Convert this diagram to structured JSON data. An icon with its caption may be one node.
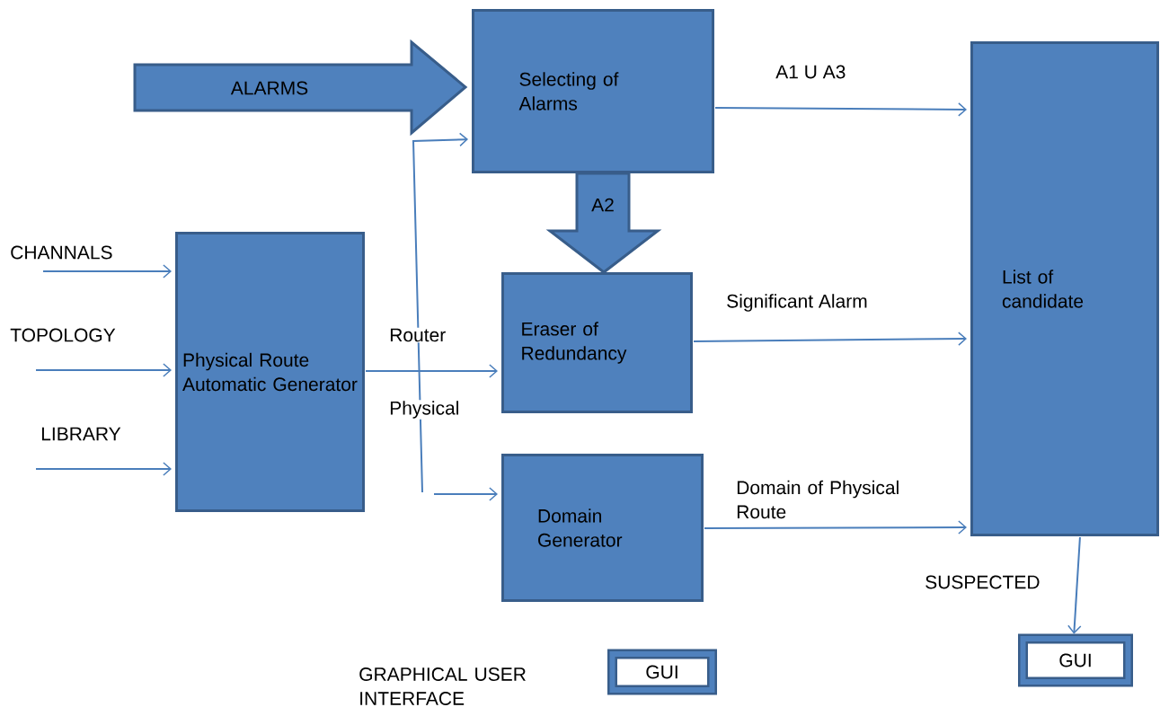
{
  "diagram": {
    "nodes": [
      {
        "text": [
          "ALARMS"
        ]
      },
      {
        "text": [
          "Selecting of Alarms"
        ]
      },
      {
        "text": [
          "List of candidate"
        ]
      },
      {
        "text": [
          "Physical Route Automatic Generator"
        ]
      },
      {
        "text": [
          "Eraser of Redundancy"
        ]
      },
      {
        "text": [
          "Domain Generator"
        ]
      },
      {
        "text": [
          "GUI"
        ]
      },
      {
        "text": [
          "GUI"
        ]
      }
    ],
    "edges": [
      {
        "from": 1,
        "to": 2,
        "arrow": "to",
        "label": "A1 U A3"
      },
      {
        "from": 1,
        "to": 4,
        "arrow": "to",
        "label": "A2",
        "style": "thick"
      },
      {
        "from": null,
        "to": 3,
        "arrow": "to",
        "label": "CHANNALS"
      },
      {
        "from": null,
        "to": 3,
        "arrow": "to",
        "label": "TOPOLOGY"
      },
      {
        "from": null,
        "to": 3,
        "arrow": "to",
        "label": "LIBRARY"
      },
      {
        "from": 3,
        "to": 4,
        "arrow": "to"
      },
      {
        "from": null,
        "to": 1,
        "arrow": "to"
      },
      {
        "from": null,
        "to": 5,
        "arrow": "to"
      },
      {
        "from": 4,
        "to": 2,
        "arrow": "to",
        "label": "Significant Alarm"
      },
      {
        "from": 5,
        "to": 2,
        "arrow": "to",
        "label": "Domain of Physical Route"
      },
      {
        "from": 2,
        "to": 7,
        "arrow": "to",
        "label": "SUSPECTED"
      }
    ],
    "labels": [
      "Router",
      "Physical",
      "GRAPHICAL USER INTERFACE"
    ]
  }
}
